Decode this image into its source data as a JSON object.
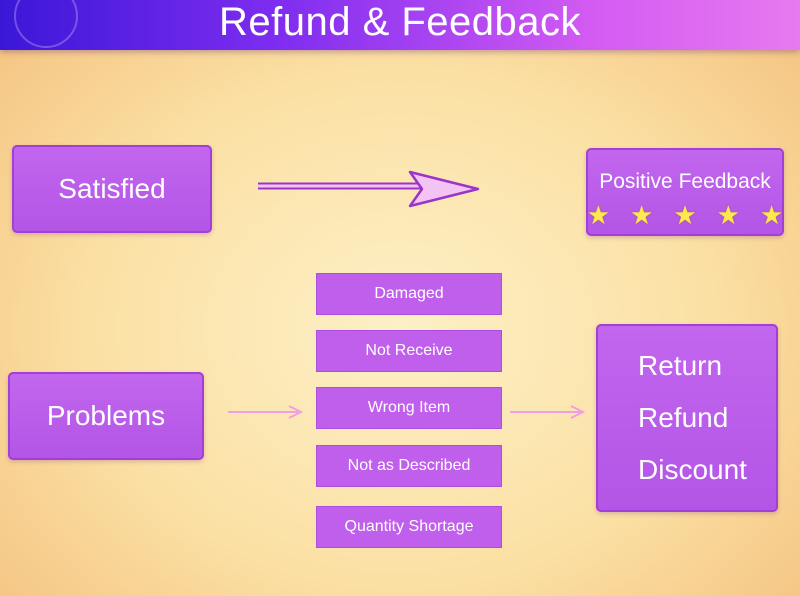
{
  "title": "Refund & Feedback",
  "satisfied_label": "Satisfied",
  "positive_feedback_label": "Positive Feedback",
  "rating_stars": 5,
  "problems_label": "Problems",
  "problem_reasons": [
    "Damaged",
    "Not Receive",
    "Wrong Item",
    "Not as Described",
    "Quantity Shortage"
  ],
  "outcomes": [
    "Return",
    "Refund",
    "Discount"
  ],
  "colors": {
    "header_start": "#3b17d8",
    "header_end": "#e77af0",
    "box_purple": "#b355e6",
    "star_yellow": "#ffe94a",
    "background": "#fbe0a4"
  }
}
